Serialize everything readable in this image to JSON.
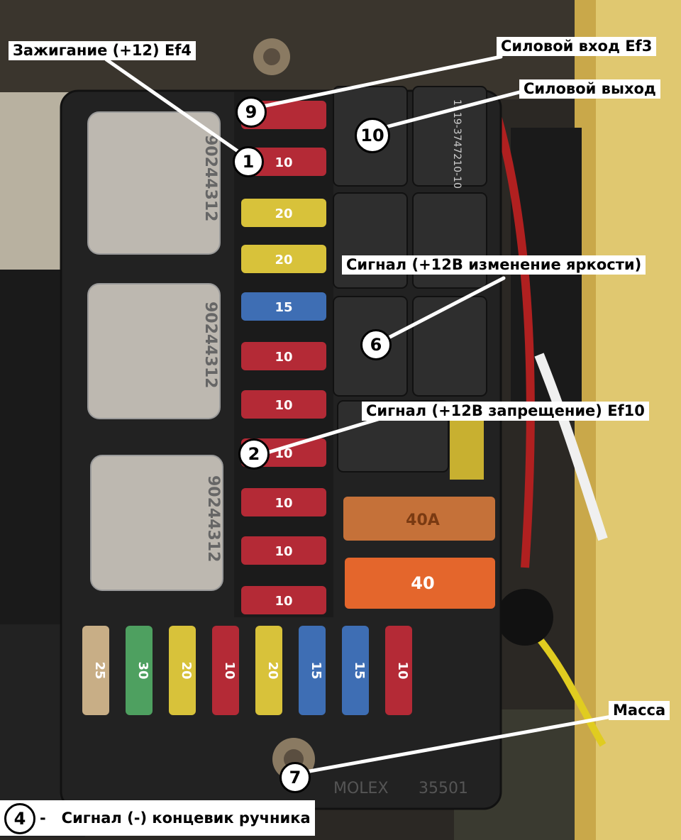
{
  "labels": {
    "ignition": "Зажигание (+12) Ef4",
    "power_in": "Силовой вход Ef3",
    "power_out": "Силовой выход",
    "signal_brightness": "Сигнал (+12В изменение яркости)",
    "signal_prohibit": "Сигнал (+12В запрещение) Ef10",
    "ground": "Масса",
    "handbrake_dash": "-",
    "handbrake": "Сигнал (-) концевик ручника"
  },
  "markers": {
    "m1": "1",
    "m2": "2",
    "m4": "4",
    "m6": "6",
    "m7": "7",
    "m9": "9",
    "m10": "10"
  },
  "relays_big": [
    "90244312",
    "90244312",
    "90244312"
  ],
  "relay_small_code": "1119-3747210-10",
  "right_fuse_column": [
    "",
    "10",
    "20",
    "20",
    "15",
    "10",
    "10",
    "10",
    "10",
    "10",
    "10"
  ],
  "bottom_fuses": [
    "25",
    "30",
    "20",
    "10",
    "20",
    "15",
    "15",
    "10"
  ],
  "maxi_fuses": [
    "40A",
    "40"
  ],
  "molex_text": "MOLEX",
  "molex_num": "35501",
  "colors": {
    "red_fuse": "#b42a36",
    "yellow_fuse": "#d8c23a",
    "blue_fuse": "#3e6eb4",
    "orange_fuse": "#e46a30",
    "relay_grey": "#bdb8b0",
    "box_black": "#1f1f1f"
  }
}
